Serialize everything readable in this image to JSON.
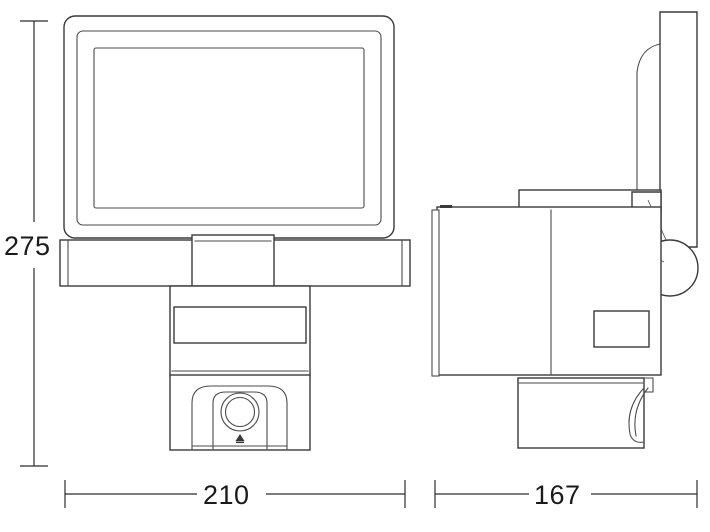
{
  "drawing": {
    "title": "Technical dimension drawing - floodlight with camera",
    "background_color": "#ffffff",
    "line_color": "#3a3a3a",
    "text_color": "#1a1a1a",
    "units_implied": "mm"
  },
  "dimensions": {
    "height": {
      "label": "275",
      "orientation": "vertical",
      "position": "left"
    },
    "front_width": {
      "label": "210",
      "orientation": "horizontal",
      "position": "bottom-left"
    },
    "side_depth": {
      "label": "167",
      "orientation": "horizontal",
      "position": "bottom-right"
    }
  },
  "views": {
    "front": {
      "name": "front-view",
      "parts": [
        "floodlight-panel",
        "panel-inner-frame",
        "panel-lens-area",
        "mounting-bar",
        "bar-center-block",
        "sensor-housing-upper",
        "sensor-housing-band",
        "camera-module",
        "camera-lens",
        "camera-indicator"
      ]
    },
    "side": {
      "name": "side-view",
      "parts": [
        "panel-profile",
        "panel-edge-fin",
        "wall-bracket-arm",
        "hinge-knuckle",
        "hinge-circle",
        "body-profile",
        "body-side-plate",
        "detail-rectangle",
        "base-block",
        "base-cable-loop"
      ]
    }
  }
}
